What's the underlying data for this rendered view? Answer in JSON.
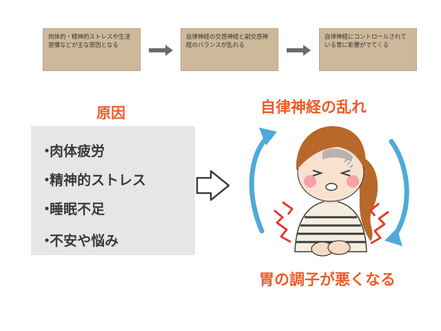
{
  "flow": {
    "steps": [
      "肉体的・精神的ストレスや生活習慣などが主な原因となる",
      "自律神経の交感神経と副交感神経のバランスが乱れる",
      "自律神経にコントロールされている胃に影響がでてくる"
    ]
  },
  "causes": {
    "title": "原因",
    "items": [
      "肉体疲労",
      "精神的ストレス",
      "睡眠不足",
      "不安や悩み"
    ]
  },
  "effect": {
    "title": "自律神経の乱れ",
    "result": "胃の調子が悪くなる"
  },
  "colors": {
    "accent": "#f05a28",
    "flow_box": "#cdb89a",
    "cause_box": "#e6e6e6",
    "cycle_arrow": "#4fa9dc"
  }
}
